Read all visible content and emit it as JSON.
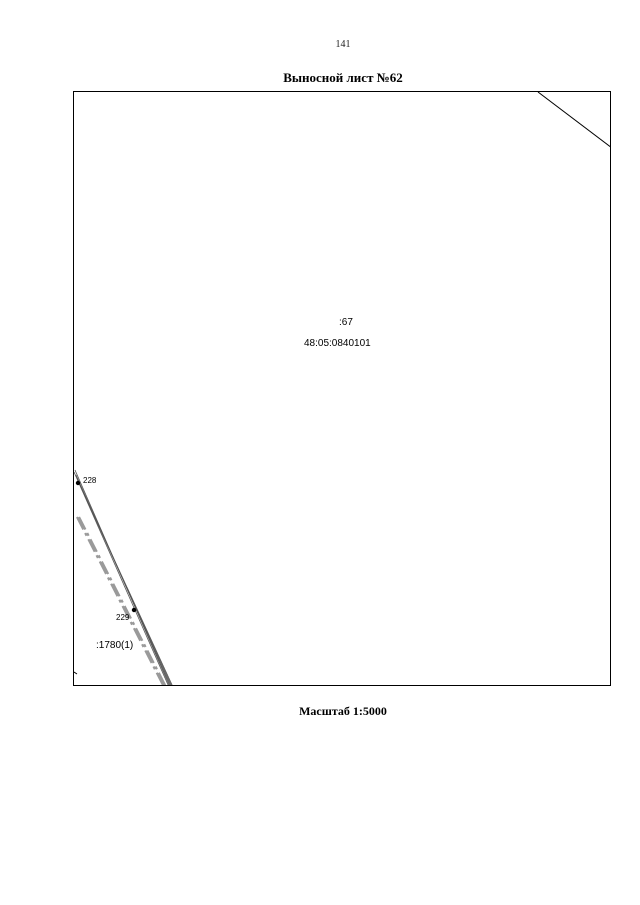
{
  "page": {
    "number": "141",
    "title": "Выносной лист №62",
    "scale": "Масштаб 1:5000"
  },
  "map": {
    "parcel_number": ":67",
    "cadastral_quarter": "48:05:0840101",
    "adjacent_parcel": ":1780(1)",
    "points": [
      {
        "label": "228"
      },
      {
        "label": "229"
      }
    ],
    "colors": {
      "boundary": "#000000",
      "hatch": "#555555",
      "dashed": "#9a9a9a"
    }
  }
}
